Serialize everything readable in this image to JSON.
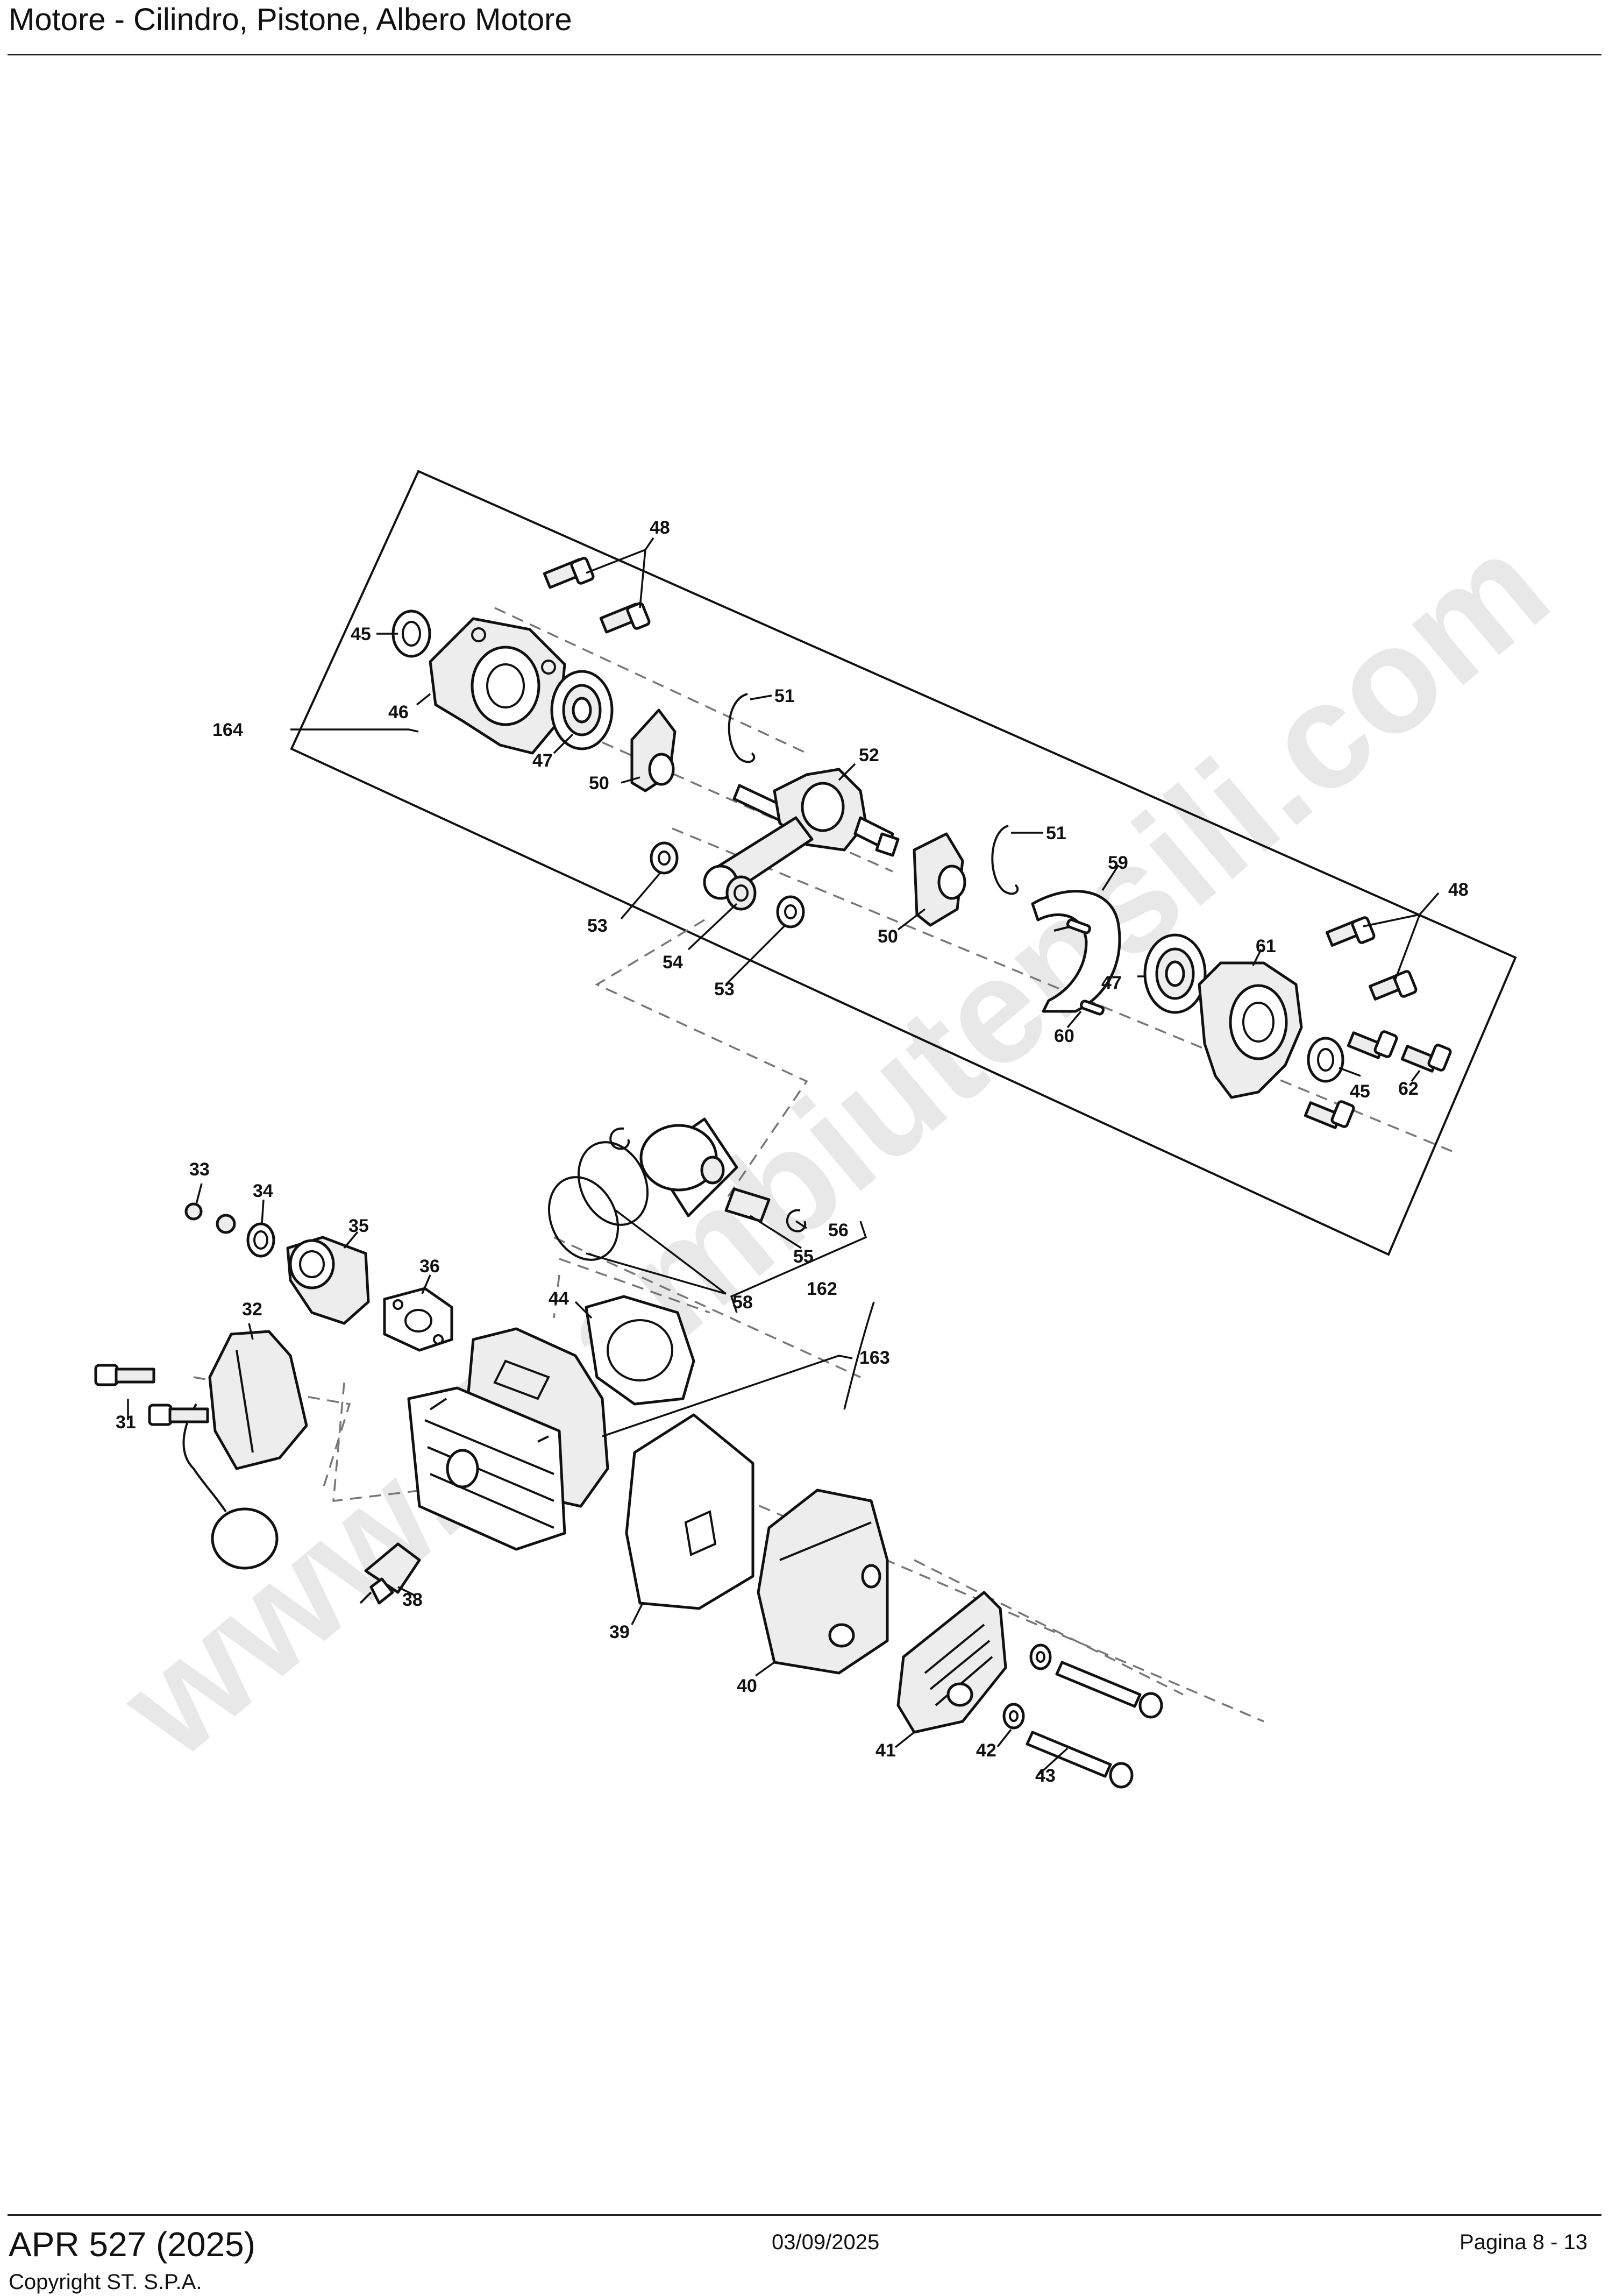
{
  "header": {
    "title": "Motore - Cilindro, Pistone, Albero Motore"
  },
  "footer": {
    "model": "APR 527 (2025)",
    "copyright": "Copyright ST. S.P.A.",
    "date": "03/09/2025",
    "page": "Pagina 8 - 13"
  },
  "watermark": "www.ricambiutensili.com",
  "callouts": {
    "c48a": "48",
    "c45a": "45",
    "c46": "46",
    "c47a": "47",
    "c51a": "51",
    "c50a": "50",
    "c52": "52",
    "c164": "164",
    "c51b": "51",
    "c59": "59",
    "c48b": "48",
    "c53a": "53",
    "c54": "54",
    "c53b": "53",
    "c50b": "50",
    "c61": "61",
    "c47b": "47",
    "c60": "60",
    "c45b": "45",
    "c62": "62",
    "c33": "33",
    "c34": "34",
    "c35": "35",
    "c36": "36",
    "c56": "56",
    "c55": "55",
    "c162": "162",
    "c58": "58",
    "c32": "32",
    "c44": "44",
    "c163": "163",
    "c31": "31",
    "c38": "38",
    "c39": "39",
    "c40": "40",
    "c41": "41",
    "c42": "42",
    "c43": "43"
  }
}
